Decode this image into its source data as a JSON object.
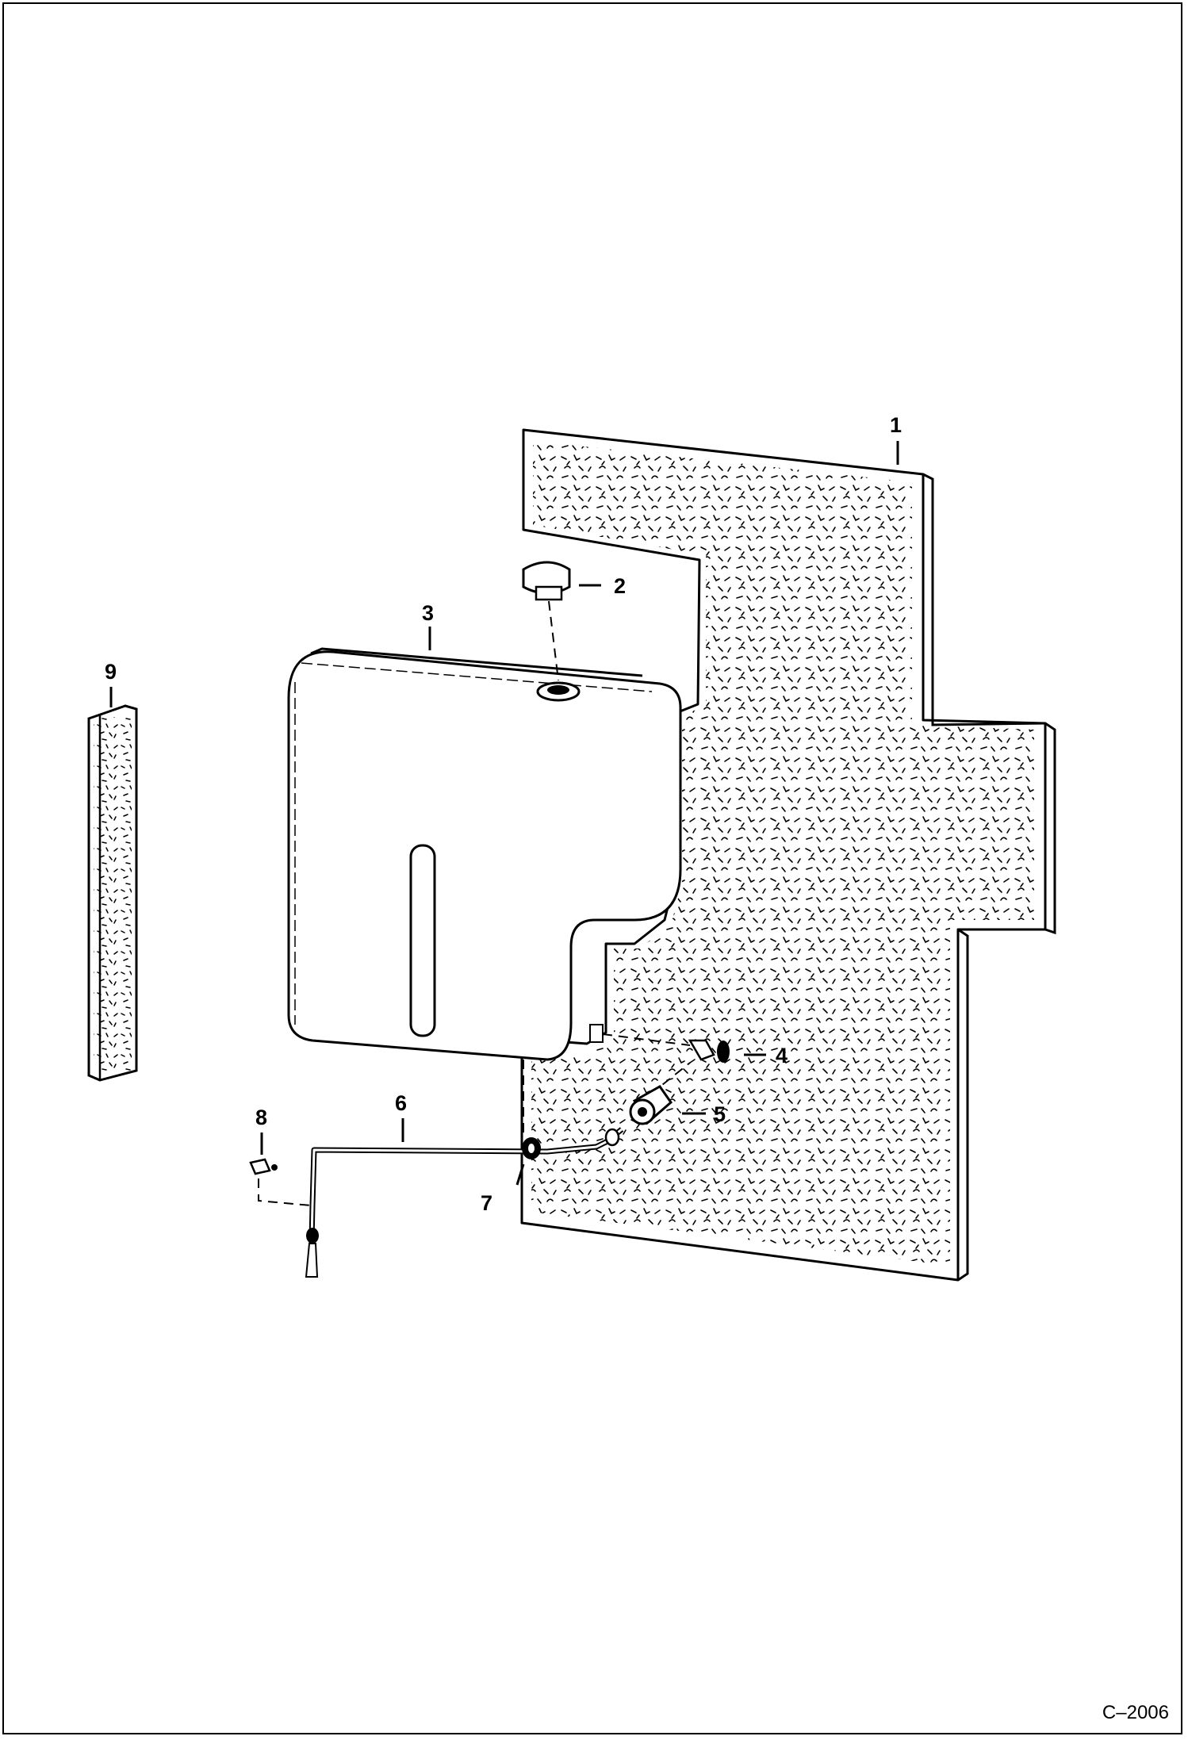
{
  "figure": {
    "reference": "C–2006",
    "callouts": [
      {
        "id": "c1",
        "label": "1"
      },
      {
        "id": "c2",
        "label": "2"
      },
      {
        "id": "c3",
        "label": "3"
      },
      {
        "id": "c4",
        "label": "4"
      },
      {
        "id": "c5",
        "label": "5"
      },
      {
        "id": "c6",
        "label": "6"
      },
      {
        "id": "c7",
        "label": "7"
      },
      {
        "id": "c8",
        "label": "8"
      },
      {
        "id": "c9",
        "label": "9"
      }
    ]
  },
  "colors": {
    "line": "#000000",
    "background": "#ffffff"
  }
}
